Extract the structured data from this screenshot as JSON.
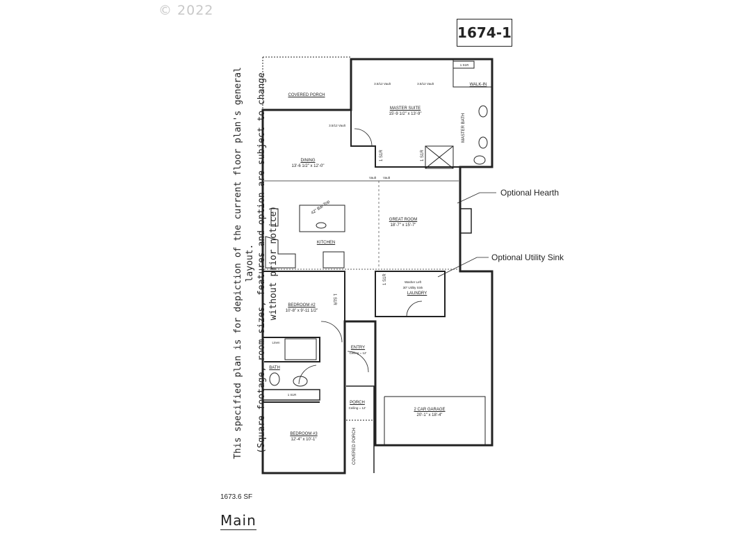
{
  "copyright": "© 2022",
  "plan_id": "1674-1",
  "side_note": {
    "line1": "This specified plan is for depiction of the current floor plan's general layout.",
    "line2": "(Square footage, room sizes, features and option are subject to change without prior notice)"
  },
  "square_footage": "1673.6 SF",
  "floor_label": "Main",
  "callouts": {
    "hearth": "Optional Hearth",
    "utility_sink": "Optional Utility Sink"
  },
  "rooms": {
    "covered_porch_back": "COVERED PORCH",
    "master_suite": {
      "name": "MASTER SUITE",
      "size": "15'-9 1/2\" x 13'-9\""
    },
    "walk_in": "WALK-IN",
    "master_bath": "MASTER BATH",
    "dining": {
      "name": "DINING",
      "size": "13'-6 1/2\" x 12'-0\""
    },
    "kitchen": "KITCHEN",
    "great_room": {
      "name": "GREAT ROOM",
      "size": "18'-7\" x 15'-7\""
    },
    "bedroom2": {
      "name": "BEDROOM #2",
      "size": "10'-8\" x 9'-11 1/2\""
    },
    "bedroom3": {
      "name": "BEDROOM #3",
      "size": "12'-4\" x 10'-1\""
    },
    "bath": "BATH",
    "linen": "Linen",
    "entry": {
      "name": "ENTRY",
      "note": "Ceiling = 12'"
    },
    "porch": {
      "name": "PORCH",
      "note": "Ceiling = 12'"
    },
    "covered_porch_front": "COVERED PORCH",
    "laundry": "LAUNDRY",
    "garage": {
      "name": "2 CAR GARAGE",
      "size": "20'-1\" x 18'-4\""
    }
  },
  "notes": {
    "vault1": "3.5/12 Vault",
    "vault2": "3.5/12 Vault",
    "vault3": "3.5/12 Vault",
    "vault_left": "Vault",
    "vault_right": "Vault",
    "shelf1": "1 S1R",
    "shelf2": "1 S1R",
    "shelf3": "1 S1R",
    "shelf4": "1 S1R",
    "shelf5": "1 S1R",
    "shelf6": "1 S1R",
    "laundry_sink": "Washer Left\n30\" Utility Sink",
    "island": "42\" Bar Top"
  }
}
